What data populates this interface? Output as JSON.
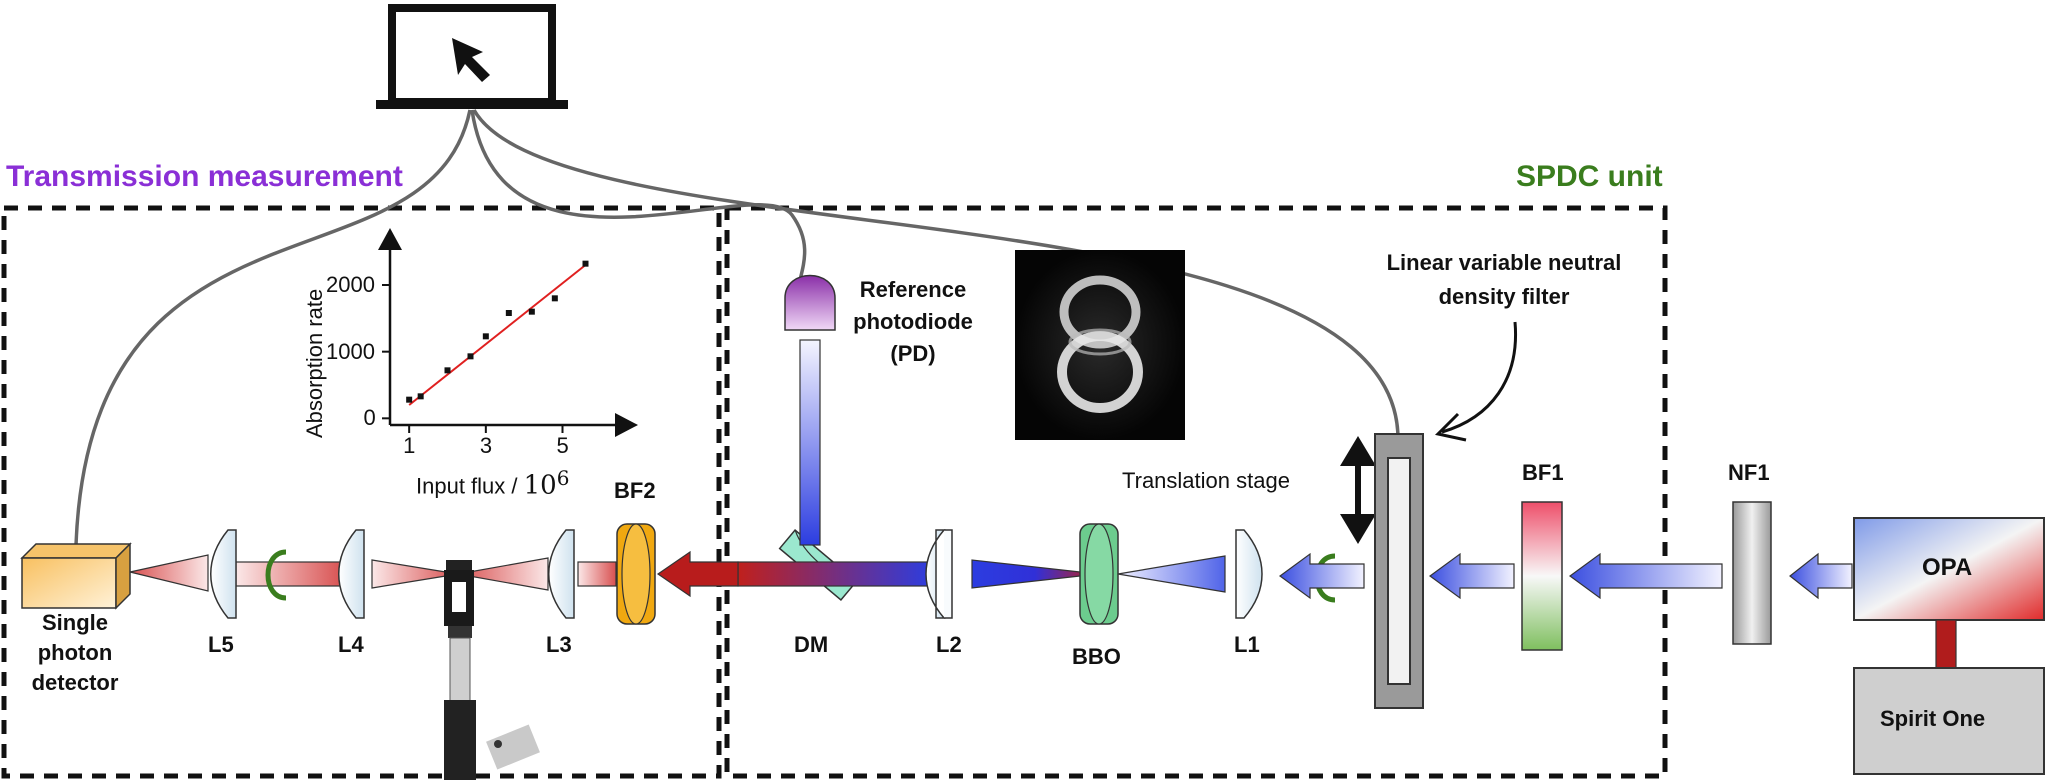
{
  "sections": {
    "transmission": "Transmission measurement",
    "spdc": "SPDC unit"
  },
  "components": {
    "detector": [
      "Single",
      "photon",
      "detector"
    ],
    "L5": "L5",
    "L4": "L4",
    "L3": "L3",
    "BF2": "BF2",
    "DM": "DM",
    "L2": "L2",
    "BBO": "BBO",
    "L1": "L1",
    "BF1": "BF1",
    "NF1": "NF1",
    "OPA": "OPA",
    "spirit": "Spirit One",
    "photodiode": [
      "Reference",
      "photodiode",
      "(PD)"
    ],
    "translation": "Translation stage",
    "lvndf": [
      "Linear variable neutral",
      "density filter"
    ]
  },
  "colors": {
    "purple": "#8a2fd6",
    "green": "#3a7d1e",
    "orange": "#f0a810",
    "grey_box": "#cccccc"
  },
  "chart_data": {
    "type": "scatter",
    "xlabel_text": "Input flux / ",
    "xlabel_math": "10",
    "xlabel_exp": "6",
    "ylabel": "Absorption rate",
    "x_ticks": [
      "1",
      "3",
      "5"
    ],
    "y_ticks": [
      "0",
      "1000",
      "2000"
    ],
    "xlim": [
      0.5,
      6.5
    ],
    "ylim": [
      -100,
      2600
    ],
    "x": [
      1.0,
      1.3,
      2.0,
      2.6,
      3.0,
      3.6,
      4.2,
      4.8,
      5.6
    ],
    "y": [
      280,
      330,
      720,
      930,
      1230,
      1580,
      1600,
      1800,
      2320
    ],
    "fit": {
      "x": [
        1.0,
        5.6
      ],
      "y": [
        200,
        2300
      ],
      "color": "#e02020"
    }
  }
}
